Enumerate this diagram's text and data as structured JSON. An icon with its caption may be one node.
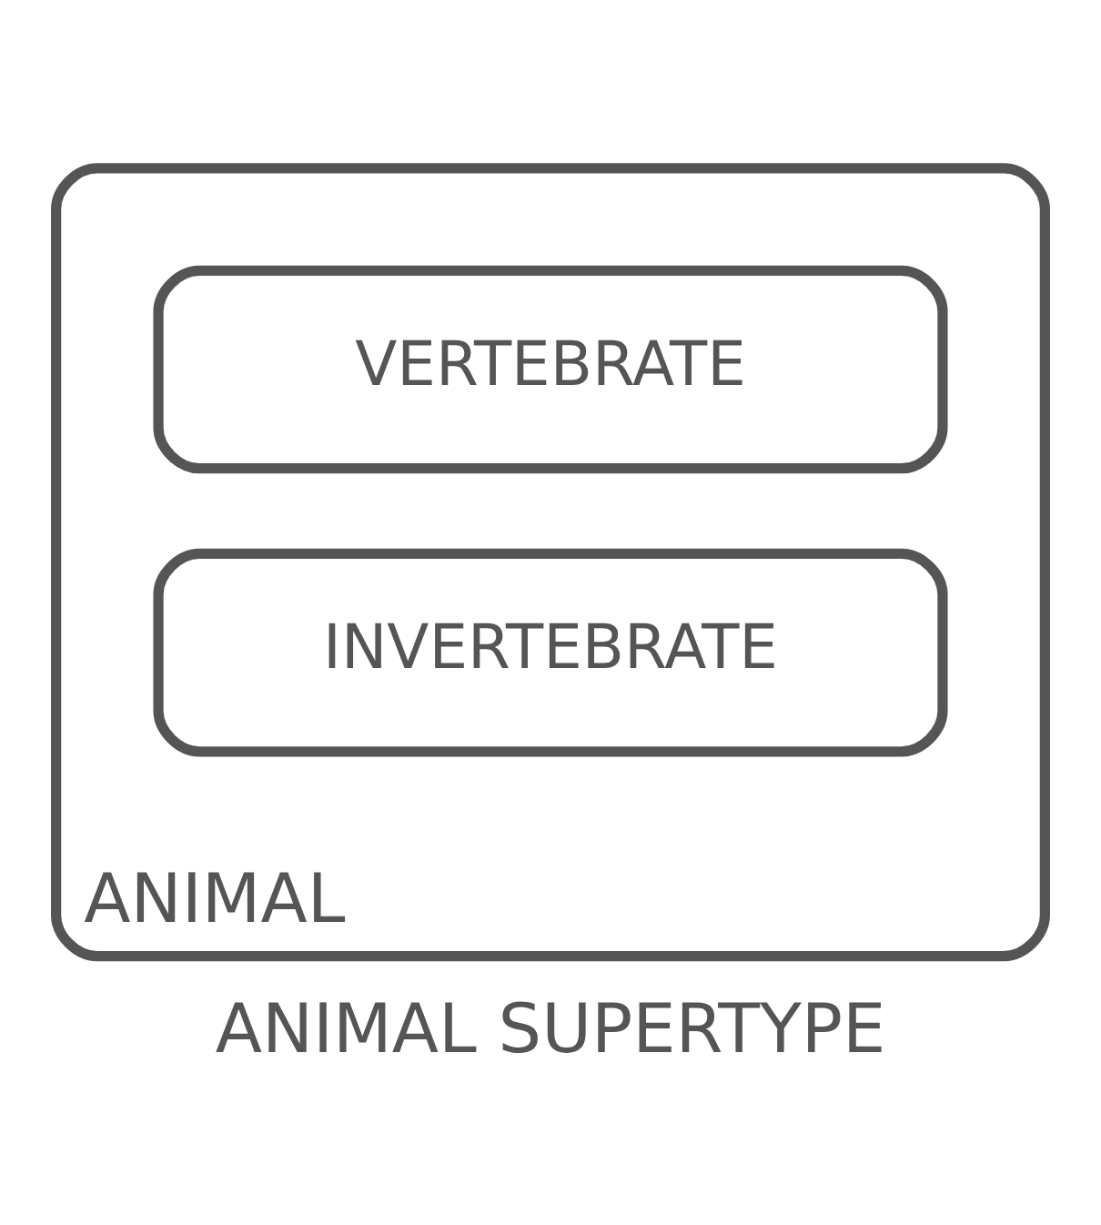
{
  "diagram": {
    "caption": "ANIMAL SUPERTYPE",
    "nodes": [
      {
        "text": [
          "ANIMAL"
        ]
      },
      {
        "text": [
          "VERTEBRATE"
        ],
        "in": 0
      },
      {
        "text": [
          "INVERTEBRATE"
        ],
        "in": 0
      }
    ],
    "edges": []
  }
}
